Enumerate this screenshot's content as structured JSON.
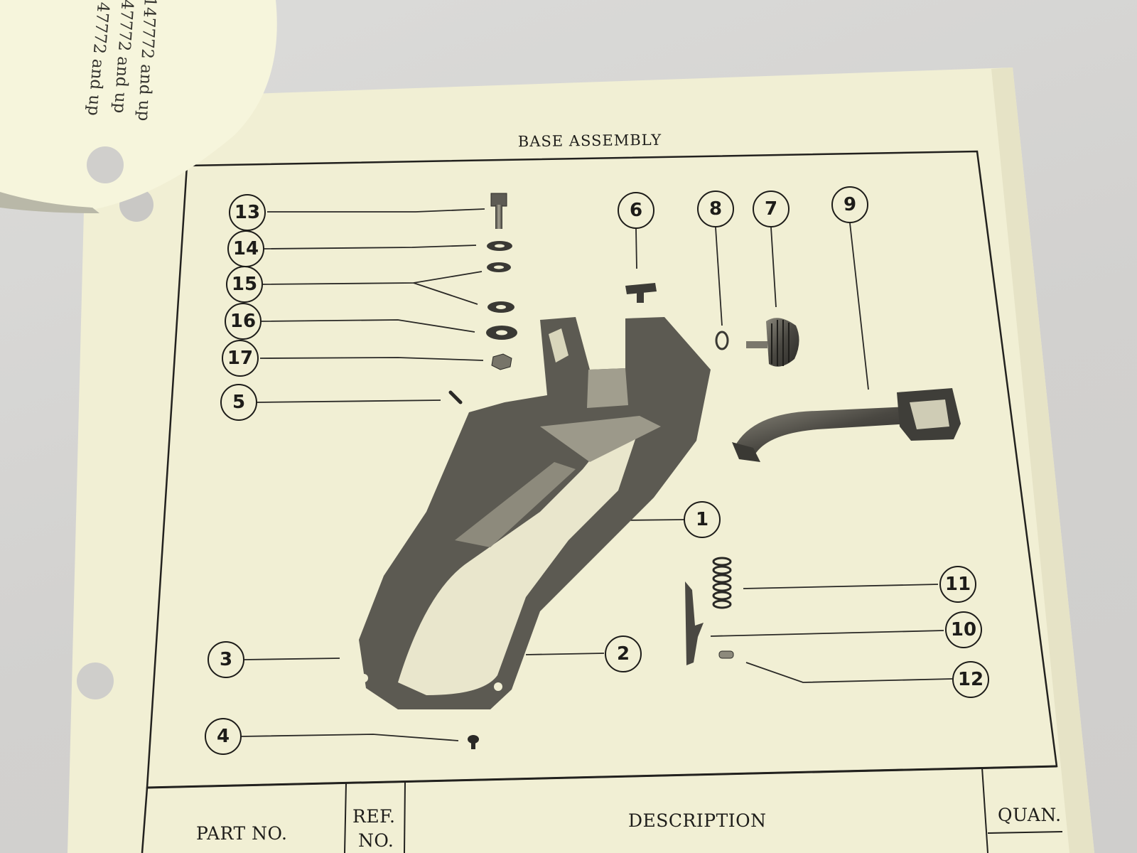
{
  "booklet": {
    "lines": [
      "147772 and up",
      "47772 and up",
      "47772 and up"
    ]
  },
  "page": {
    "title": "BASE ASSEMBLY",
    "callouts": [
      "1",
      "2",
      "3",
      "4",
      "5",
      "6",
      "7",
      "8",
      "9",
      "10",
      "11",
      "12",
      "13",
      "14",
      "15",
      "16",
      "17"
    ]
  },
  "table": {
    "part_no": "PART NO.",
    "ref_line1": "REF.",
    "ref_line2": "NO.",
    "description": "DESCRIPTION",
    "quan": "QUAN."
  },
  "colors": {
    "paper": "#f1efd4",
    "ink": "#1d1c19",
    "booklet": "#f6f5dc"
  }
}
